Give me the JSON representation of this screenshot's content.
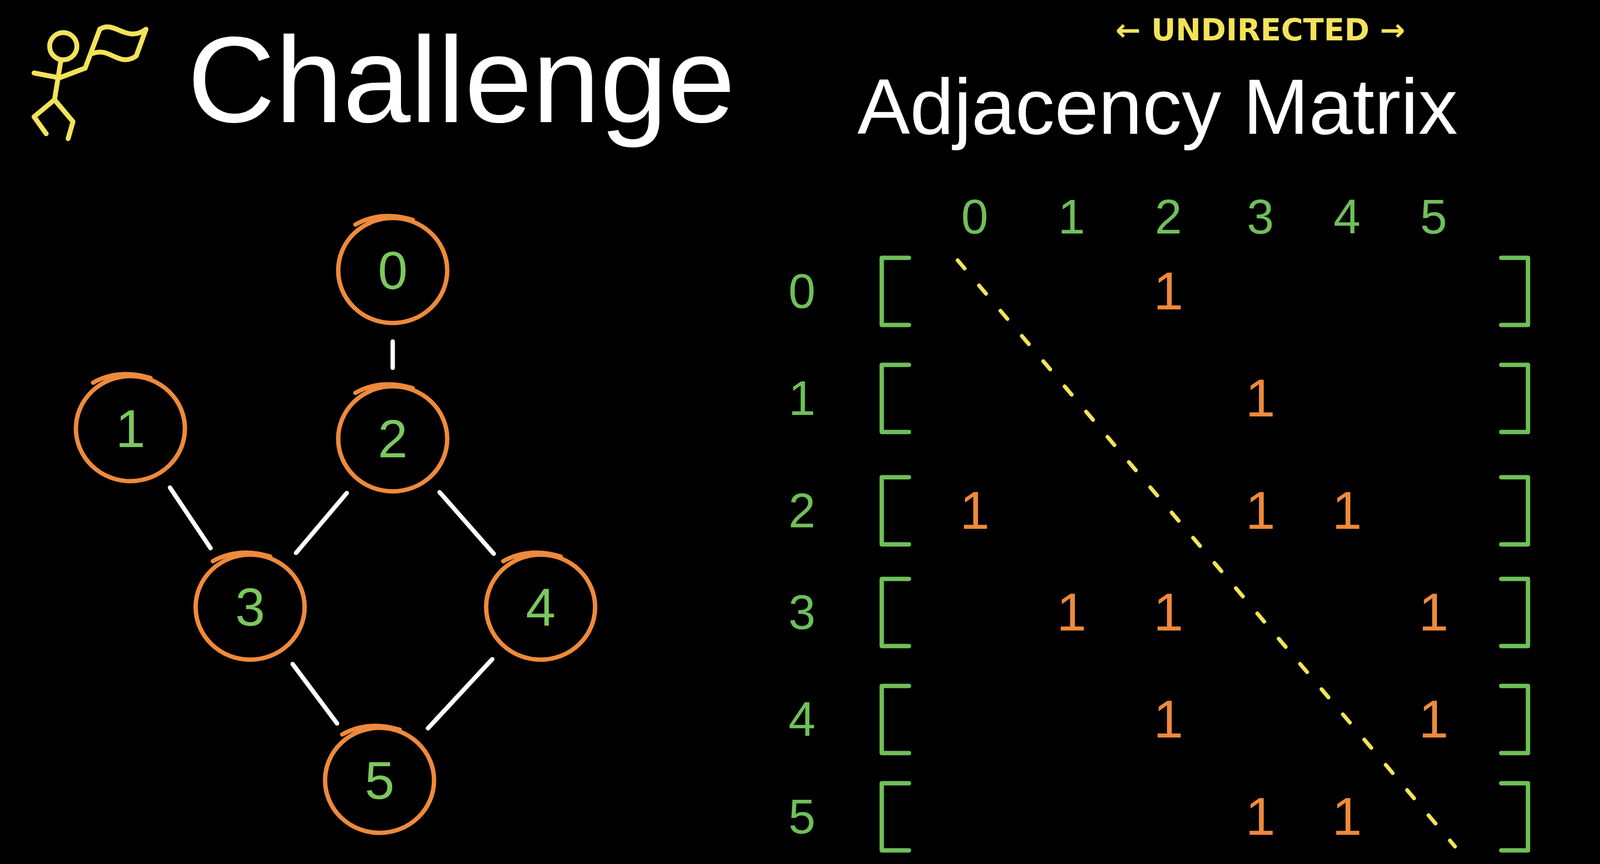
{
  "diagram": {
    "title": "Challenge",
    "nodes": [
      {
        "text": [
          "0"
        ]
      },
      {
        "text": [
          "1"
        ]
      },
      {
        "text": [
          "2"
        ]
      },
      {
        "text": [
          "3"
        ]
      },
      {
        "text": [
          "4"
        ]
      },
      {
        "text": [
          "5"
        ]
      }
    ],
    "edges": [
      {
        "from": 0,
        "to": 2,
        "arrow": "none"
      },
      {
        "from": 1,
        "to": 3,
        "arrow": "none"
      },
      {
        "from": 2,
        "to": 3,
        "arrow": "none"
      },
      {
        "from": 2,
        "to": 4,
        "arrow": "none"
      },
      {
        "from": 3,
        "to": 5,
        "arrow": "none"
      },
      {
        "from": 4,
        "to": 5,
        "arrow": "none"
      }
    ],
    "labels": [
      "← UNDIRECTED →",
      "Adjacency Matrix",
      "0",
      "1",
      "2",
      "3",
      "4",
      "5",
      "0",
      "1",
      "2",
      "3",
      "4",
      "5",
      "1",
      "1",
      "1",
      "1",
      "1",
      "1",
      "1",
      "1",
      "1",
      "1",
      "1",
      "1"
    ]
  }
}
